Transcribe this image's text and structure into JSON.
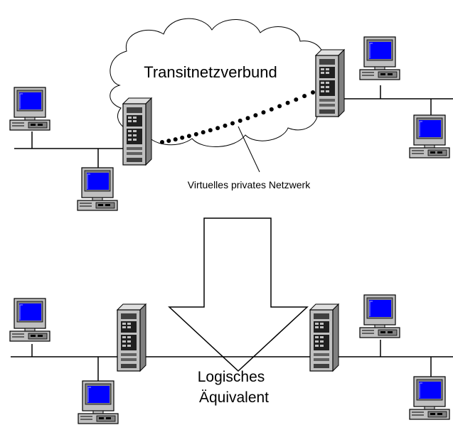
{
  "top_section": {
    "cloud_label": "Transitnetzverbund",
    "vpn_label": "Virtuelles privates Netzwerk"
  },
  "bottom_section": {
    "equivalent_label_line1": "Logisches",
    "equivalent_label_line2": "Äquivalent"
  },
  "colors": {
    "screen": "#0000ff",
    "device_face": "#c0c0c0",
    "line": "#000000",
    "background": "#ffffff"
  },
  "icons": [
    "computer-icon",
    "server-icon",
    "cloud-icon",
    "down-arrow-icon"
  ]
}
